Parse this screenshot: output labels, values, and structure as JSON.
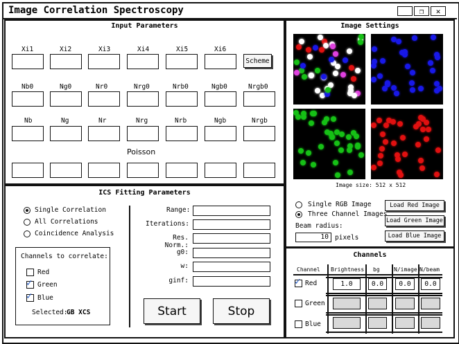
{
  "window": {
    "title": "Image Correlation Spectroscopy",
    "minimize_glyph": "_",
    "maximize_glyph": "❐",
    "close_glyph": "✕"
  },
  "input_params": {
    "title": "Input Parameters",
    "row1_labels": [
      "Xi1",
      "Xi2",
      "Xi3",
      "Xi4",
      "Xi5",
      "Xi6"
    ],
    "scheme_label": "Scheme",
    "row2_labels": [
      "Nb0",
      "Ng0",
      "Nr0",
      "Nrg0",
      "Nrb0",
      "Ngb0",
      "Nrgb0"
    ],
    "row3_labels": [
      "Nb",
      "Ng",
      "Nr",
      "Nrg",
      "Nrb",
      "Ngb",
      "Nrgb"
    ],
    "poisson_label": "Poisson"
  },
  "fitting": {
    "title": "ICS Fitting Parameters",
    "modes": [
      "Single Correlation",
      "All Correlations",
      "Coincidence Analysis"
    ],
    "selected_mode": 0,
    "channels_title": "Channels to correlate:",
    "channels": [
      {
        "label": "Red",
        "checked": false
      },
      {
        "label": "Green",
        "checked": true
      },
      {
        "label": "Blue",
        "checked": true
      }
    ],
    "selected_prefix": "Selected:",
    "selected_value": "GB XCS",
    "param_labels": [
      "Range:",
      "Iterations:",
      "Res. Norm.:",
      "g0:",
      "w:",
      "ginf:"
    ],
    "start_label": "Start",
    "stop_label": "Stop"
  },
  "image_settings": {
    "title": "Image Settings",
    "image_size_text": "Image size: 512 x 512",
    "modes": [
      "Single RGB Image",
      "Three Channel Images"
    ],
    "selected_mode": 1,
    "beam_radius_label": "Beam radius:",
    "beam_radius_value": "10",
    "beam_unit": "pixels",
    "load_red": "Load Red Image",
    "load_green": "Load Green Image",
    "load_blue": "Load Blue Image"
  },
  "channels_panel": {
    "title": "Channels",
    "headers": [
      "Channel",
      "Brightness",
      "bg",
      "N/image",
      "N/beam"
    ],
    "rows": [
      {
        "name": "Red",
        "checked": true,
        "brightness": "1.0",
        "bg": "0.0",
        "n_image": "0.0",
        "n_beam": "0.0"
      },
      {
        "name": "Green",
        "checked": false,
        "brightness": "",
        "bg": "",
        "n_image": "",
        "n_beam": ""
      },
      {
        "name": "Blue",
        "checked": false,
        "brightness": "",
        "bg": "",
        "n_image": "",
        "n_beam": ""
      }
    ]
  },
  "colors": {
    "red": "#e01010",
    "green": "#16c016",
    "blue": "#1818e8"
  }
}
